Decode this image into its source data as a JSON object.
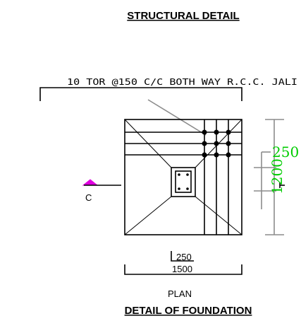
{
  "header": {
    "title": "STRUCTURAL DETAIL"
  },
  "callout": {
    "text": "10 TOR @150 C/C BOTH WAY R.C.C. JALI"
  },
  "section_marker": {
    "label": "C",
    "color": "#e000e0"
  },
  "dims": {
    "column_width": "250",
    "footing_width": "1500",
    "side_small": "250",
    "side_total": "1200",
    "side_color": "#00cc00"
  },
  "footer": {
    "plan_label": "PLAN",
    "caption": "DETAIL OF FOUNDATION"
  }
}
